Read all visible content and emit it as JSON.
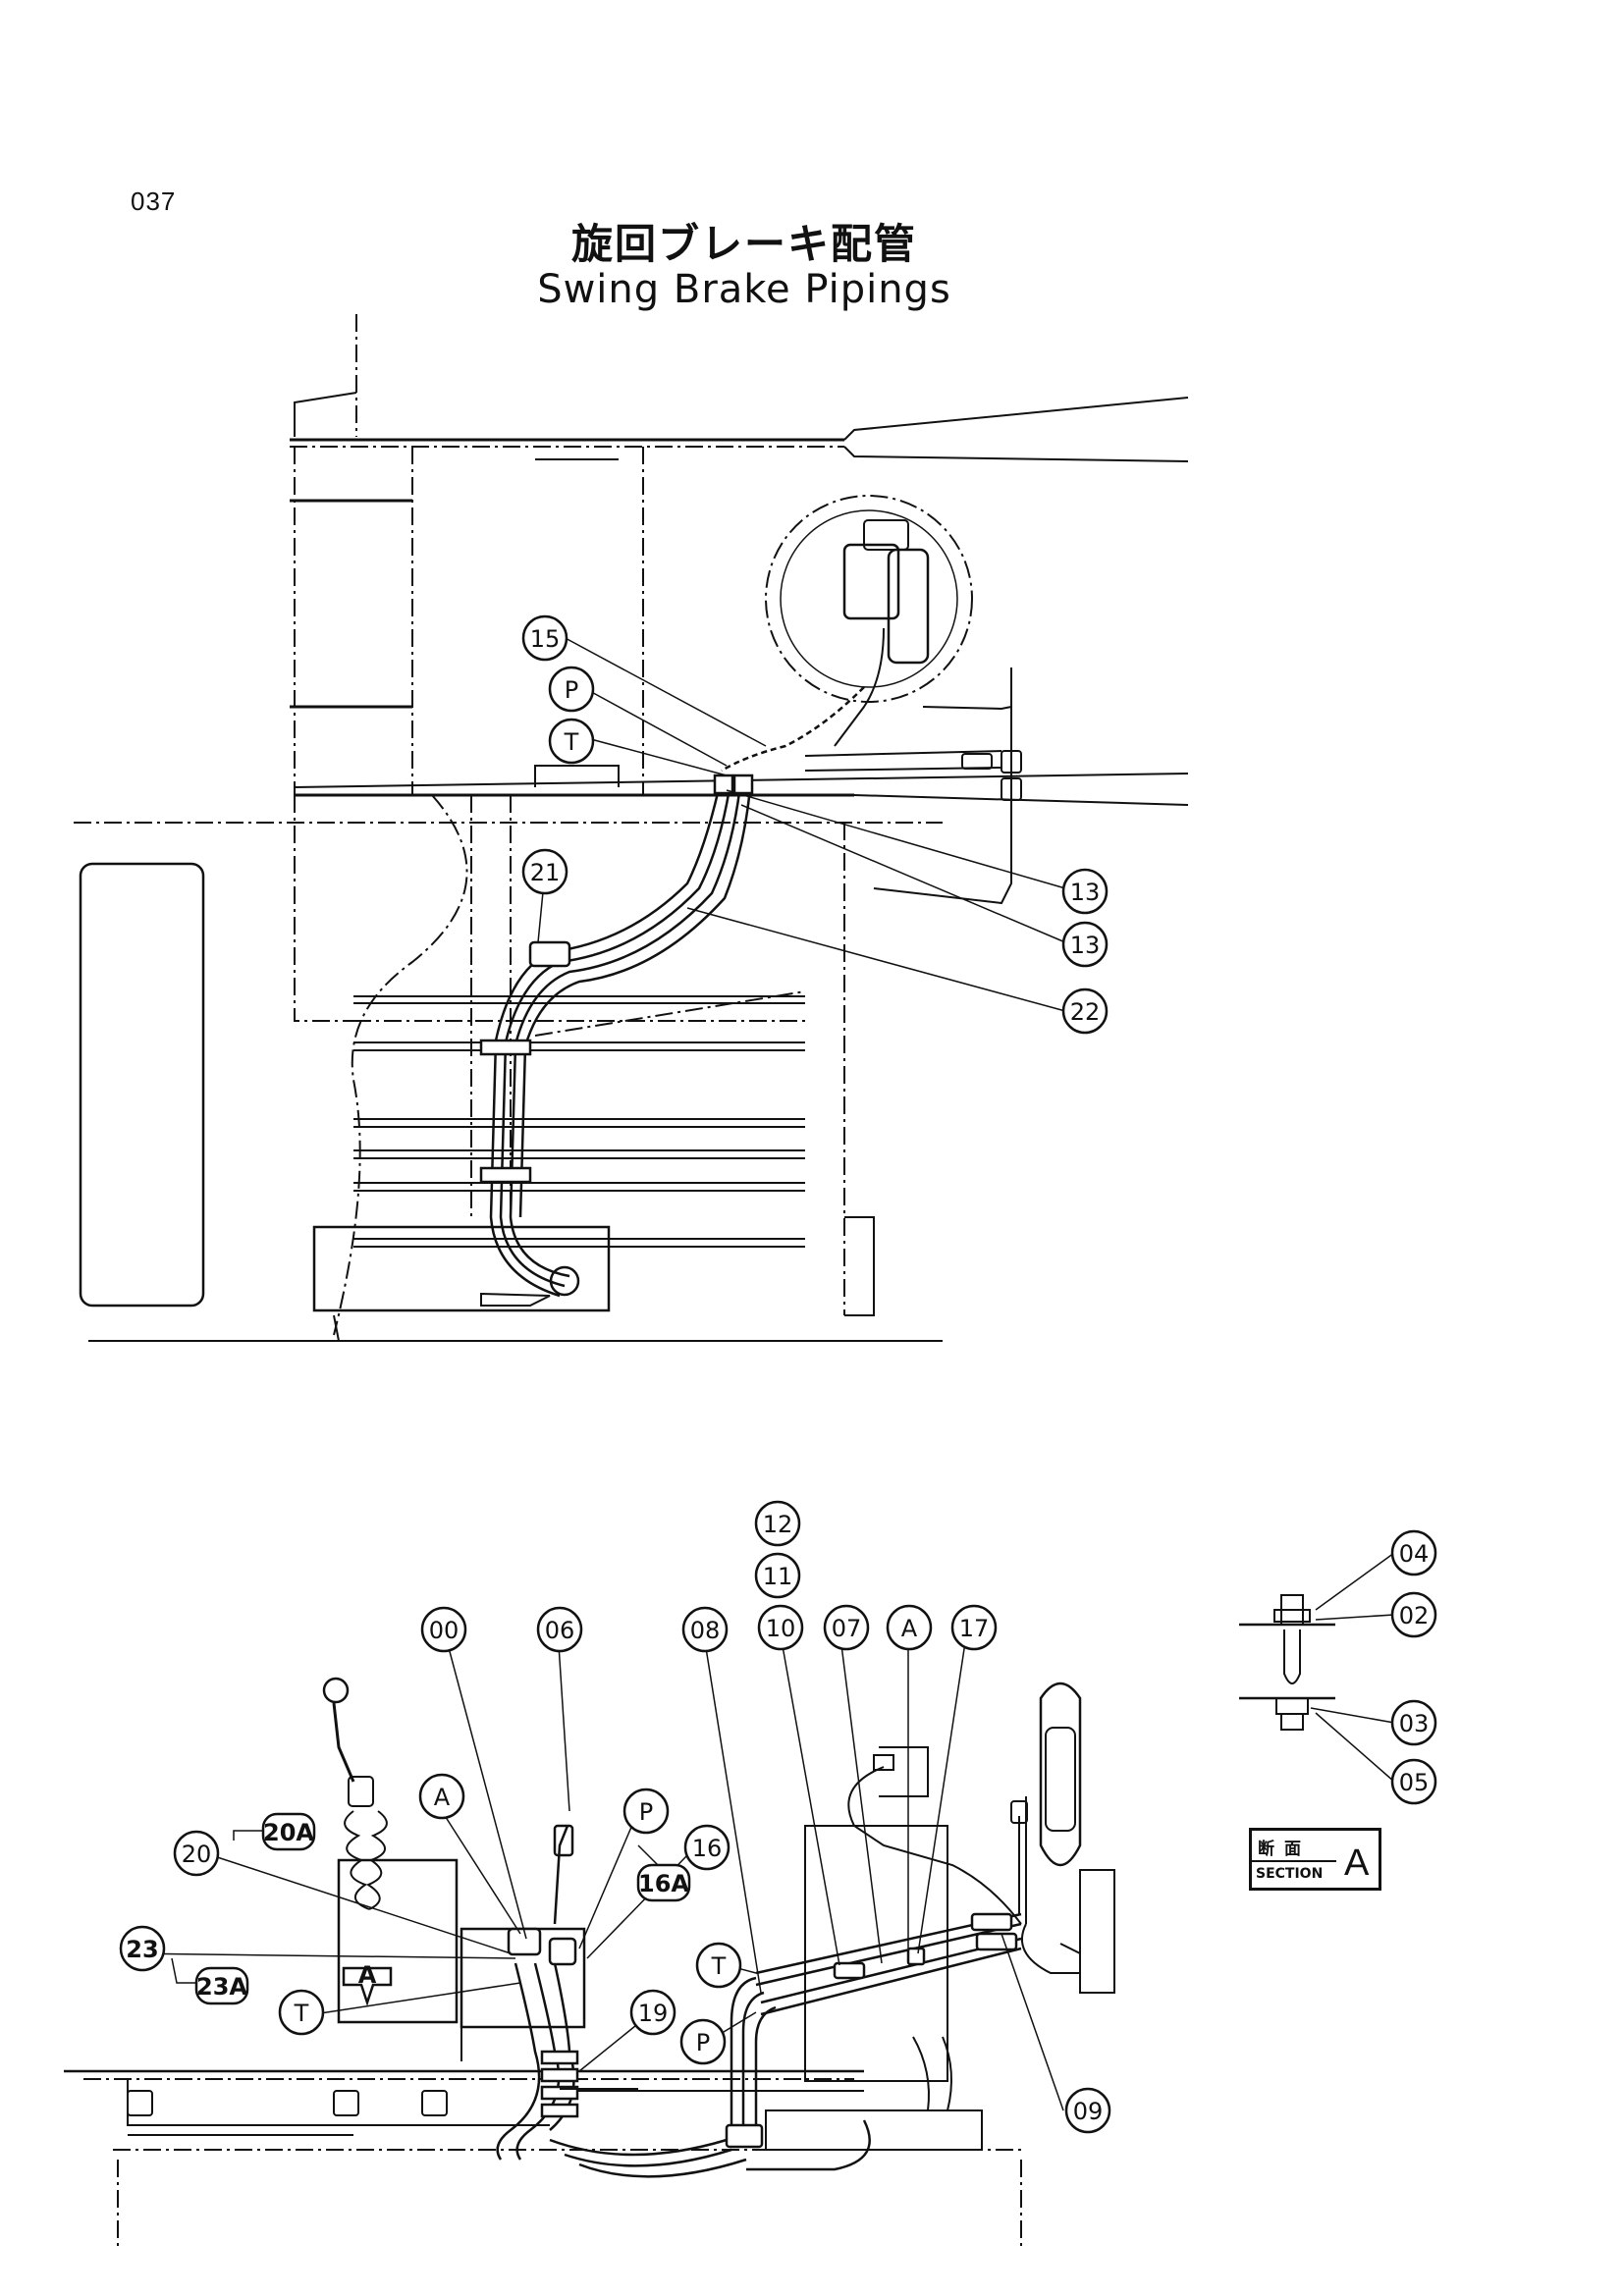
{
  "page_number": "037",
  "title_jp": "旋回ブレーキ配管",
  "title_en": "Swing Brake Pipings",
  "callouts": {
    "top_15": "15",
    "top_P": "P",
    "top_T": "T",
    "top_21": "21",
    "top_13a": "13",
    "top_13b": "13",
    "top_22": "22",
    "b_12": "12",
    "b_11": "11",
    "b_00": "00",
    "b_06": "06",
    "b_08": "08",
    "b_10": "10",
    "b_07": "07",
    "b_A1": "A",
    "b_17": "17",
    "b_A2": "A",
    "b_P1": "P",
    "b_16": "16",
    "b_20": "20",
    "b_23": "23",
    "b_T1": "T",
    "b_19": "19",
    "b_T2": "T",
    "b_P2": "P",
    "b_09": "09",
    "s_04": "04",
    "s_02": "02",
    "s_03": "03",
    "s_05": "05"
  },
  "group_labels": {
    "g_20A": "20A",
    "g_16A": "16A",
    "g_23A": "23A"
  },
  "section": {
    "jp": "断面",
    "en": "SECTION",
    "letter": "A"
  },
  "view_marker": "A"
}
